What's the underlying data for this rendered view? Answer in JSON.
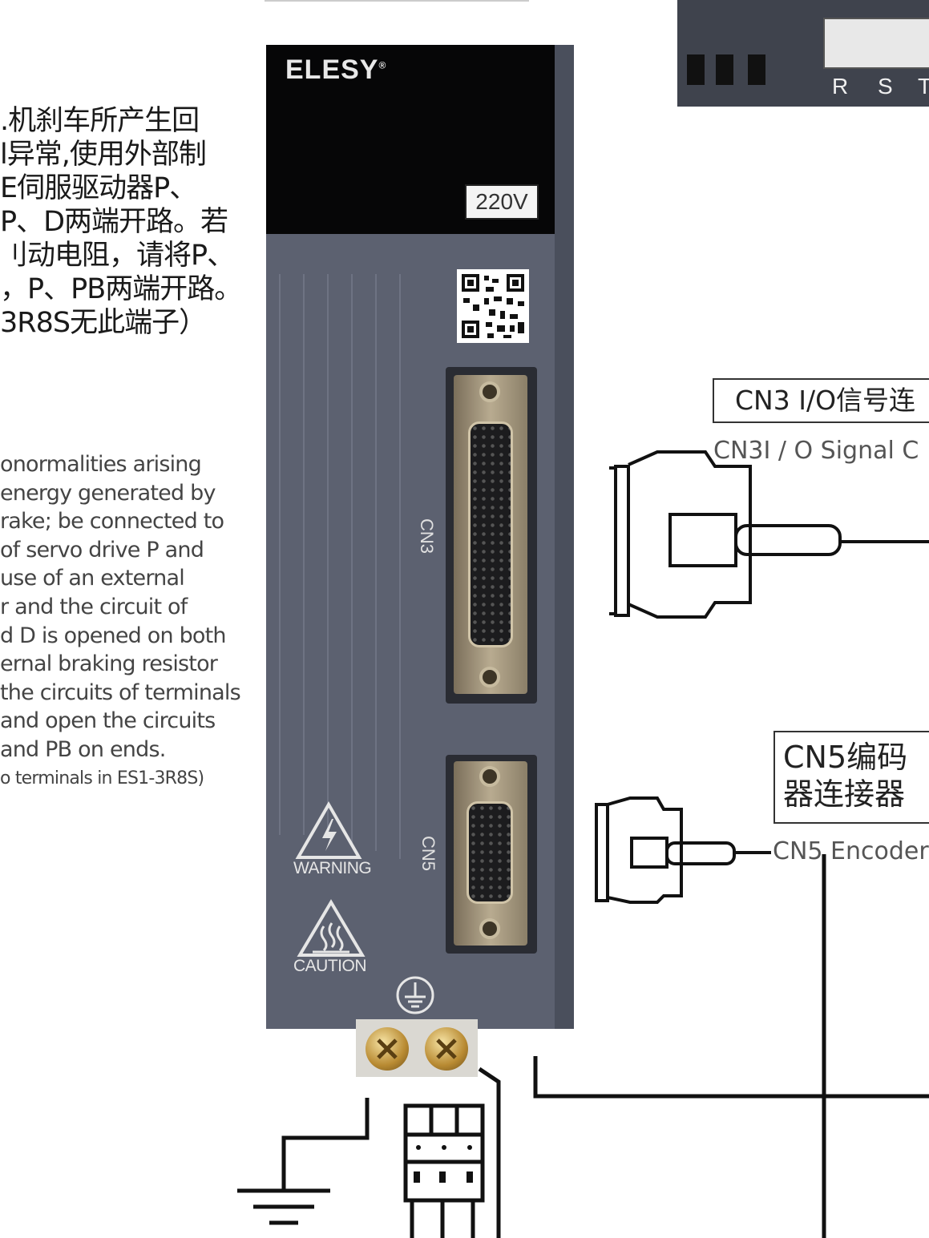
{
  "left_text": {
    "zh_lines": [
      ".机刹车所产生回",
      "l异常,使用外部制",
      "E伺服驱动器P、",
      "P、D两端开路。若",
      "刂动电阻，请将P、",
      "，P、PB两端开路。",
      "3R8S无此端子）"
    ],
    "en_lines": [
      "onormalities arising",
      "energy generated by",
      "rake; be connected to",
      "of servo drive P and",
      "use of an external",
      "r and the circuit of",
      "d D is opened on both",
      "ernal braking resistor",
      "the circuits of terminals",
      "and open the circuits",
      "and PB on ends."
    ],
    "en_note": "o terminals in ES1-3R8S)"
  },
  "drive": {
    "brand": "ELESY",
    "brand_mark": "®",
    "voltage": "220V",
    "cn3_label": "CN3",
    "cn5_label": "CN5",
    "warning_label": "WARNING",
    "caution_label": "CAUTION"
  },
  "top_right": {
    "terminal_labels": [
      "R",
      "S",
      "T"
    ]
  },
  "callouts": {
    "cn3_title": "CN3 I/O信号连",
    "cn3_sub": "CN3I / O Signal C",
    "cn5_title_line1": "CN5编码",
    "cn5_title_line2": "器连接器",
    "cn5_sub": "CN5 Encoder"
  },
  "colors": {
    "drive_body": "#5c6170",
    "drive_top": "#060607",
    "connector_metal": "#b8ab90",
    "screw": "#c9a24a"
  }
}
